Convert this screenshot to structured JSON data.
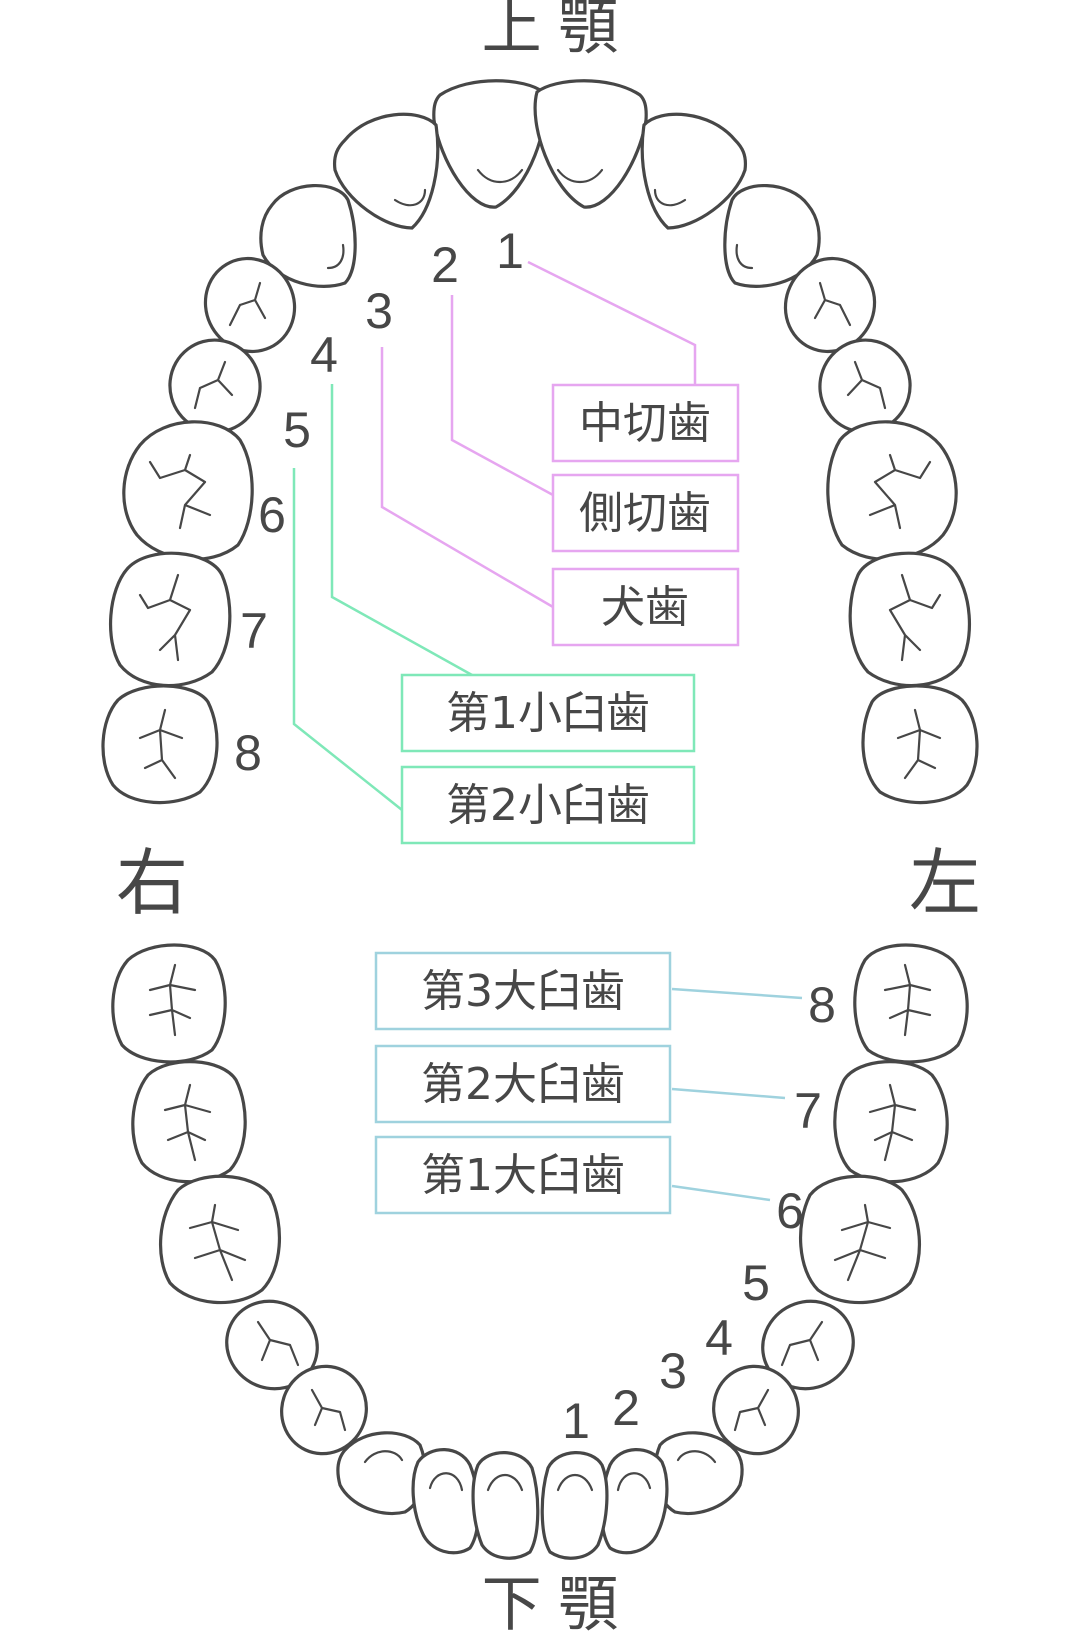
{
  "jaw_labels": {
    "upper": "上 顎",
    "lower": "下 顎"
  },
  "side_labels": {
    "right": "右",
    "left": "左"
  },
  "upper_numbers": [
    "1",
    "2",
    "3",
    "4",
    "5",
    "6",
    "7",
    "8"
  ],
  "lower_numbers": [
    "1",
    "2",
    "3",
    "4",
    "5",
    "6",
    "7",
    "8"
  ],
  "upper_tooth_names": {
    "central_incisor": "中切歯",
    "lateral_incisor": "側切歯",
    "canine": "犬歯",
    "first_premolar": "第1小臼歯",
    "second_premolar": "第2小臼歯"
  },
  "lower_tooth_names": {
    "third_molar": "第3大臼歯",
    "second_molar": "第2大臼歯",
    "first_molar": "第1大臼歯"
  },
  "colors": {
    "outline": "#474747",
    "incisor_canine_callout": "#e6a6f0",
    "premolar_callout": "#7fe8b8",
    "molar_callout": "#9fd2de"
  },
  "tooth_count": {
    "upper": 16,
    "lower": 16
  }
}
